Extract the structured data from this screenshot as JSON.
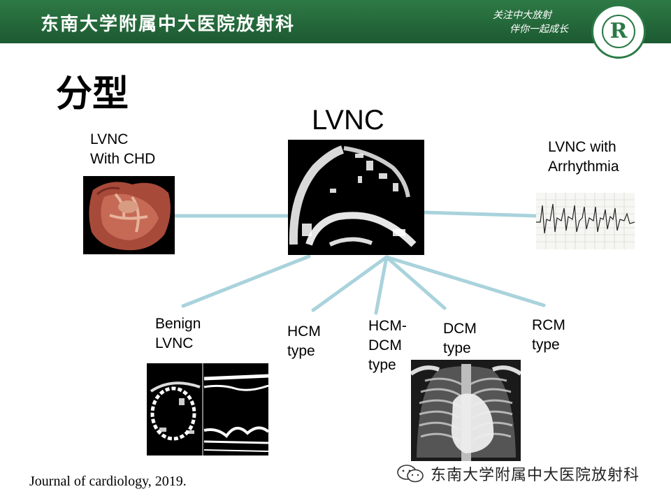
{
  "header": {
    "title": "东南大学附属中大医院放射科",
    "slogan_line1": "关注中大放射",
    "slogan_line2": "伴你一起成长",
    "logo_letter": "R",
    "logo_icon": "hospital-radiology-logo"
  },
  "slide": {
    "title": "分型",
    "center_label": "LVNC"
  },
  "labels": {
    "chd": [
      "LVNC",
      "With CHD"
    ],
    "arrhythmia": [
      "LVNC with",
      "Arrhythmia"
    ],
    "benign": [
      "Benign",
      "LVNC"
    ],
    "hcm": [
      "HCM",
      "type"
    ],
    "hcm_dcm": [
      "HCM-",
      "DCM",
      "type"
    ],
    "dcm": [
      "DCM",
      "type"
    ],
    "rcm": [
      "RCM",
      "type"
    ]
  },
  "images": {
    "heart_specimen": "heart-specimen-photo",
    "echo": "echocardiogram-image",
    "ecg": "ecg-strip-image",
    "mmode": "m-mode-echo-image",
    "xray": "chest-xray-image"
  },
  "colors": {
    "header_green": "#24683a",
    "connector": "#a9d3dc"
  },
  "footer": {
    "reference": "Journal of cardiology, 2019.",
    "brand": "东南大学附属中大医院放射科",
    "brand_icon": "wechat-icon"
  }
}
